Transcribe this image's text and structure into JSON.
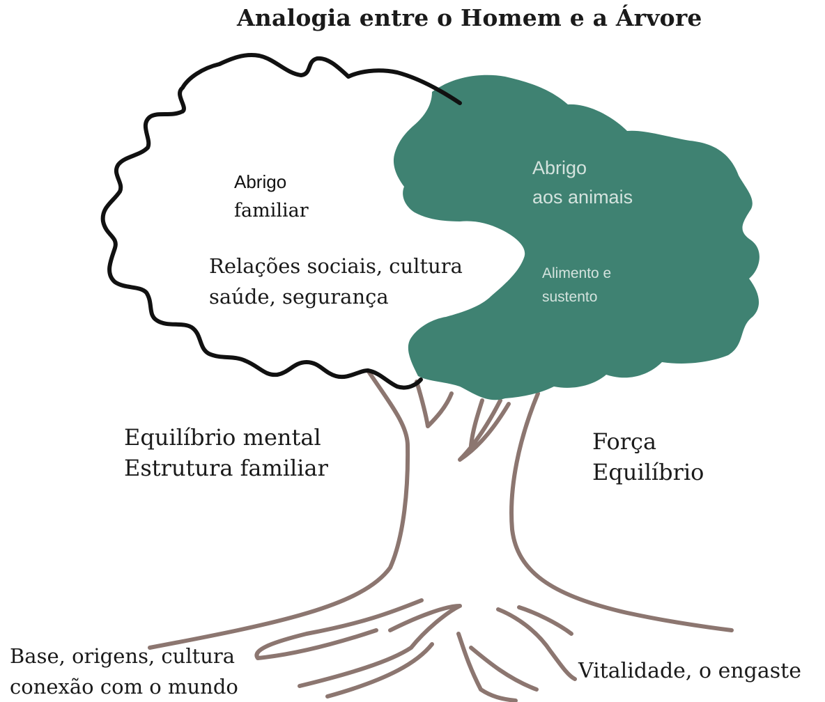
{
  "title": "Analogia entre o Homem e a Árvore",
  "colors": {
    "crown_fill": "#3f8272",
    "crown_outline": "#111111",
    "trunk_roots": "#8c7670"
  },
  "labels": {
    "human_shelter": [
      "Abrigo",
      "familiar"
    ],
    "human_social": [
      "Relações sociais, cultura",
      "saúde, segurança"
    ],
    "animal_shelter": [
      "Abrigo",
      "aos animais"
    ],
    "animal_food": [
      "Alimento e",
      "sustento"
    ],
    "trunk_left": [
      "Equilíbrio mental",
      "Estrutura familiar"
    ],
    "trunk_right": [
      "Força",
      "Equilíbrio"
    ],
    "roots_left": [
      "Base, origens, cultura",
      "conexão com o mundo"
    ],
    "roots_right": [
      "Vitalidade, o engaste"
    ]
  }
}
